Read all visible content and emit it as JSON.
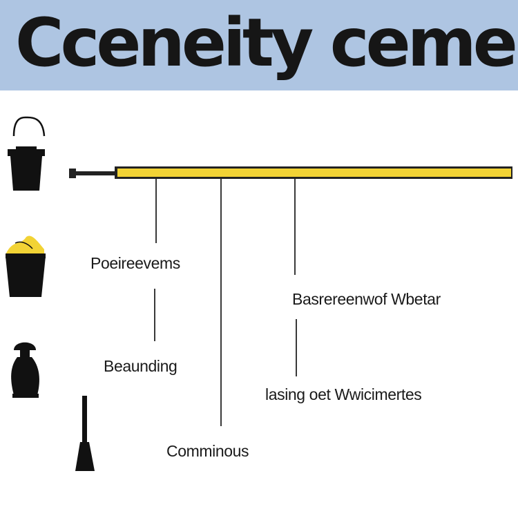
{
  "header": {
    "title": "Ccenеity ceme natity",
    "background": "#aec5e2"
  },
  "timeline": {
    "bar_color": "#f2d335",
    "line_color": "#222222"
  },
  "labels": {
    "label_1": "Poeireevems",
    "label_2": "Basrereenwof Wbetar",
    "label_3": "Beaunding",
    "label_4": "lasing oet Wwicimertes",
    "label_5": "Comminous"
  },
  "icons": [
    "bucket-icon",
    "full-bucket-icon",
    "vase-icon",
    "broom-icon"
  ]
}
